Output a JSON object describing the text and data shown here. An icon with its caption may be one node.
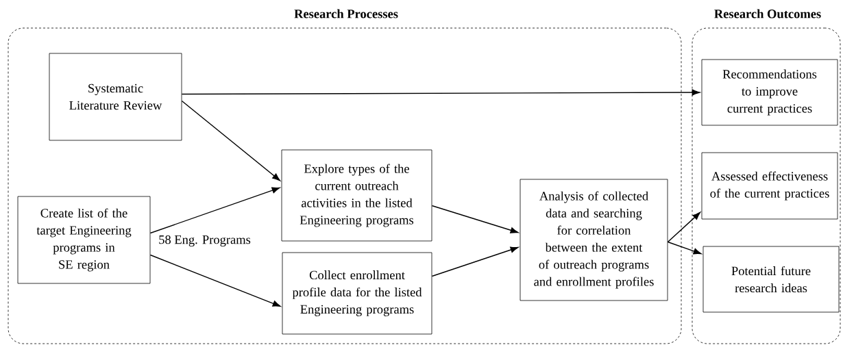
{
  "diagram": {
    "nodes": [
      {
        "text": [
          "Research Processes"
        ]
      },
      {
        "text": [
          "Systematic Literature Review"
        ],
        "in": 0
      },
      {
        "text": [
          "Create list of the target Engineering programs in SE region"
        ],
        "in": 0
      },
      {
        "text": [
          "Explore types of the current outreach activities in the listed Engineering programs"
        ],
        "in": 0
      },
      {
        "text": [
          "Collect enrollment profile data for the listed Engineering programs"
        ],
        "in": 0
      },
      {
        "text": [
          "Analysis of collected data and searching for correlation between the extent of outreach programs and enrollment profiles"
        ],
        "in": 0
      },
      {
        "text": [
          "Research Outcomes"
        ]
      },
      {
        "text": [
          "Recommendations to improve current practices"
        ],
        "in": 6
      },
      {
        "text": [
          "Assessed effectiveness of the current practices"
        ],
        "in": 6
      },
      {
        "text": [
          "Potential future research ideas"
        ],
        "in": 6
      }
    ],
    "edges": [
      {
        "from": 1,
        "to": 7,
        "arrow": "to"
      },
      {
        "from": 1,
        "to": 3,
        "arrow": "to"
      },
      {
        "from": 2,
        "to": 3,
        "arrow": "to"
      },
      {
        "from": 2,
        "to": 4,
        "arrow": "to"
      },
      {
        "from": 3,
        "to": 5,
        "arrow": "to"
      },
      {
        "from": 4,
        "to": 5,
        "arrow": "to"
      },
      {
        "from": 5,
        "to": 8,
        "arrow": "to"
      },
      {
        "from": 5,
        "to": 9,
        "arrow": "to"
      }
    ],
    "labels": [
      "58 Eng. Programs"
    ]
  }
}
